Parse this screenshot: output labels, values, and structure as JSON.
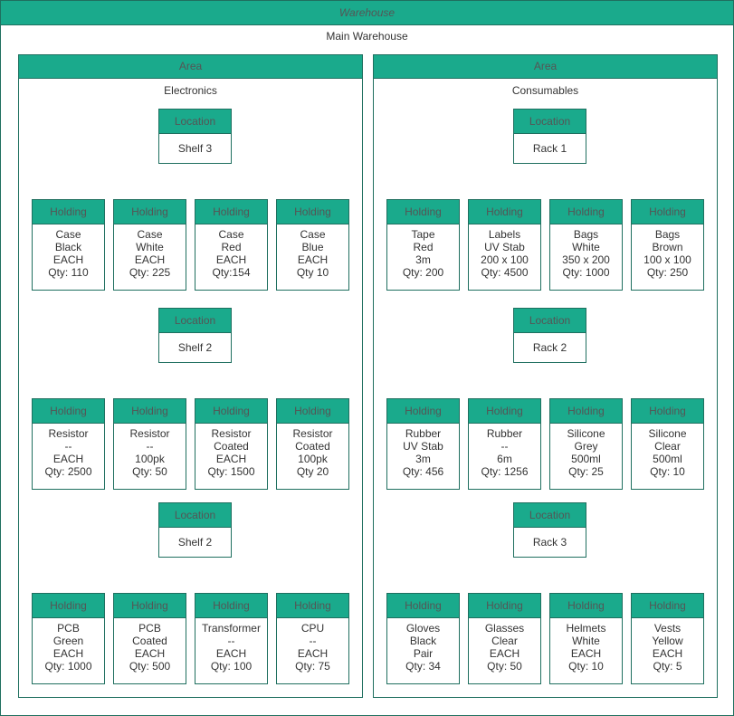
{
  "warehouse": {
    "title": "Warehouse",
    "name": "Main Warehouse",
    "areas": [
      {
        "label": "Area",
        "name": "Electronics",
        "locations": [
          {
            "label": "Location",
            "name": "Shelf 3",
            "holdings": [
              {
                "label": "Holding",
                "lines": [
                  "Case",
                  "Black",
                  "EACH",
                  "Qty: 110"
                ]
              },
              {
                "label": "Holding",
                "lines": [
                  "Case",
                  "White",
                  "EACH",
                  "Qty: 225"
                ]
              },
              {
                "label": "Holding",
                "lines": [
                  "Case",
                  "Red",
                  "EACH",
                  "Qty:154"
                ]
              },
              {
                "label": "Holding",
                "lines": [
                  "Case",
                  "Blue",
                  "EACH",
                  "Qty 10"
                ]
              }
            ]
          },
          {
            "label": "Location",
            "name": "Shelf 2",
            "holdings": [
              {
                "label": "Holding",
                "lines": [
                  "Resistor",
                  "--",
                  "EACH",
                  "Qty: 2500"
                ]
              },
              {
                "label": "Holding",
                "lines": [
                  "Resistor",
                  "--",
                  "100pk",
                  "Qty: 50"
                ]
              },
              {
                "label": "Holding",
                "lines": [
                  "Resistor",
                  "Coated",
                  "EACH",
                  "Qty: 1500"
                ]
              },
              {
                "label": "Holding",
                "lines": [
                  "Resistor",
                  "Coated",
                  "100pk",
                  "Qty 20"
                ]
              }
            ]
          },
          {
            "label": "Location",
            "name": "Shelf 2",
            "holdings": [
              {
                "label": "Holding",
                "lines": [
                  "PCB",
                  "Green",
                  "EACH",
                  "Qty: 1000"
                ]
              },
              {
                "label": "Holding",
                "lines": [
                  "PCB",
                  "Coated",
                  "EACH",
                  "Qty: 500"
                ]
              },
              {
                "label": "Holding",
                "lines": [
                  "Transformer",
                  "--",
                  "EACH",
                  "Qty: 100"
                ]
              },
              {
                "label": "Holding",
                "lines": [
                  "CPU",
                  "--",
                  "EACH",
                  "Qty: 75"
                ]
              }
            ]
          }
        ]
      },
      {
        "label": "Area",
        "name": "Consumables",
        "locations": [
          {
            "label": "Location",
            "name": "Rack 1",
            "holdings": [
              {
                "label": "Holding",
                "lines": [
                  "Tape",
                  "Red",
                  "3m",
                  "Qty: 200"
                ]
              },
              {
                "label": "Holding",
                "lines": [
                  "Labels",
                  "UV Stab",
                  "200 x 100",
                  "Qty: 4500"
                ]
              },
              {
                "label": "Holding",
                "lines": [
                  "Bags",
                  "White",
                  "350 x 200",
                  "Qty: 1000"
                ]
              },
              {
                "label": "Holding",
                "lines": [
                  "Bags",
                  "Brown",
                  "100 x 100",
                  "Qty: 250"
                ]
              }
            ]
          },
          {
            "label": "Location",
            "name": "Rack 2",
            "holdings": [
              {
                "label": "Holding",
                "lines": [
                  "Rubber",
                  "UV Stab",
                  "3m",
                  "Qty: 456"
                ]
              },
              {
                "label": "Holding",
                "lines": [
                  "Rubber",
                  "--",
                  "6m",
                  "Qty: 1256"
                ]
              },
              {
                "label": "Holding",
                "lines": [
                  "Silicone",
                  "Grey",
                  "500ml",
                  "Qty: 25"
                ]
              },
              {
                "label": "Holding",
                "lines": [
                  "Silicone",
                  "Clear",
                  "500ml",
                  "Qty: 10"
                ]
              }
            ]
          },
          {
            "label": "Location",
            "name": "Rack 3",
            "holdings": [
              {
                "label": "Holding",
                "lines": [
                  "Gloves",
                  "Black",
                  "Pair",
                  "Qty: 34"
                ]
              },
              {
                "label": "Holding",
                "lines": [
                  "Glasses",
                  "Clear",
                  "EACH",
                  "Qty: 50"
                ]
              },
              {
                "label": "Holding",
                "lines": [
                  "Helmets",
                  "White",
                  "EACH",
                  "Qty: 10"
                ]
              },
              {
                "label": "Holding",
                "lines": [
                  "Vests",
                  "Yellow",
                  "EACH",
                  "Qty: 5"
                ]
              }
            ]
          }
        ]
      }
    ]
  },
  "colors": {
    "header_fill": "#1aaa8c",
    "border": "#1f6f5f",
    "connector": "#1f6f5f"
  }
}
